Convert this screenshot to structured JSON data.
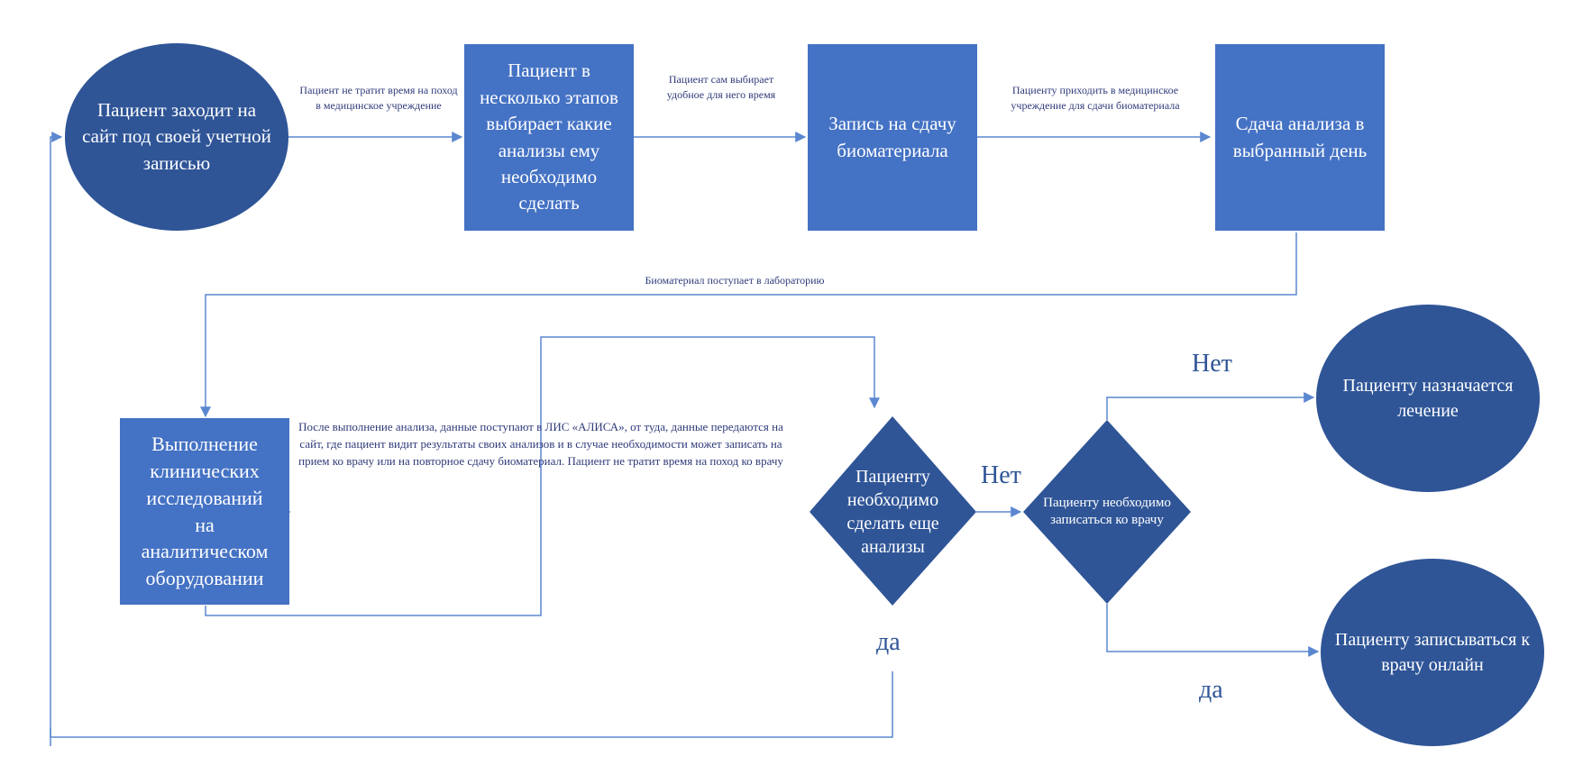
{
  "nodes": {
    "start": "Пациент заходит на сайт под своей учетной записью",
    "choose": "Пациент в несколько этапов выбирает какие анализы ему необходимо сделать",
    "book": "Запись на сдачу биоматериала",
    "donate": "Сдача анализа в выбранный день",
    "research": "Выполнение клинических исследований на аналитическом оборудовании",
    "decision_tests": "Пациенту необходимо сделать еще анализы",
    "decision_doctor": "Пациенту необходимо записаться ко врачу",
    "treatment": "Пациенту назначается лечение",
    "online_doctor": "Пациенту записываться к врачу онлайн"
  },
  "notes": {
    "n1": "Пациент не тратит время на поход в медицинское учреждение",
    "n2": "Пациент сам выбирает удобное для него время",
    "n3": "Пациенту приходить в медицинское учреждение для сдачи биоматериала",
    "n4": "Биоматериал поступает в лабораторию",
    "n5": "После выполнение анализа, данные поступают в ЛИС «АЛИСА», от туда, данные передаются на сайт, где пациент видит результаты своих анализов и в случае необходимости может записать на прием ко врачу или на повторное сдачу биоматериал. Пациент не тратит время на поход ко врачу"
  },
  "branches": {
    "no_1": "Нет",
    "yes_1": "да",
    "no_2": "Нет",
    "yes_2": "да"
  },
  "colors": {
    "ellipse": "#2f5597",
    "rect": "#4472c4",
    "diamond": "#2f5597",
    "connector": "#5b87d1"
  }
}
